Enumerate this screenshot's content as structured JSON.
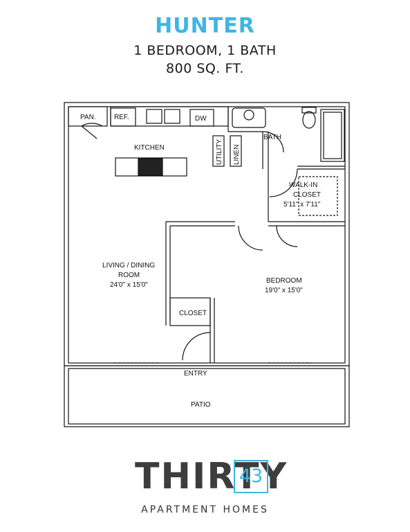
{
  "header": {
    "plan_name": "HUNTER",
    "beds_baths": "1 BEDROOM, 1 BATH",
    "square_feet": "800 SQ. FT."
  },
  "rooms": {
    "pantry": "PAN.",
    "refrigerator": "REF.",
    "dishwasher": "DW",
    "kitchen": "KITCHEN",
    "utility": "UTILITY",
    "linen": "LINEN",
    "bath": "BATH",
    "walk_in_closet_line1": "WALK-IN",
    "walk_in_closet_line2": "CLOSET",
    "walk_in_closet_dims": "5'11\" x 7'11\"",
    "living_line1": "LIVING / DINING",
    "living_line2": "ROOM",
    "living_dims": "24'0\" x 15'0\"",
    "bedroom": "BEDROOM",
    "bedroom_dims": "19'0\" x 15'0\"",
    "closet": "CLOSET",
    "entry": "ENTRY",
    "patio": "PATIO"
  },
  "brand": {
    "word": "THIRTY",
    "number": "43",
    "subtitle": "APARTMENT HOMES",
    "accent_color": "#3fb6e2"
  }
}
